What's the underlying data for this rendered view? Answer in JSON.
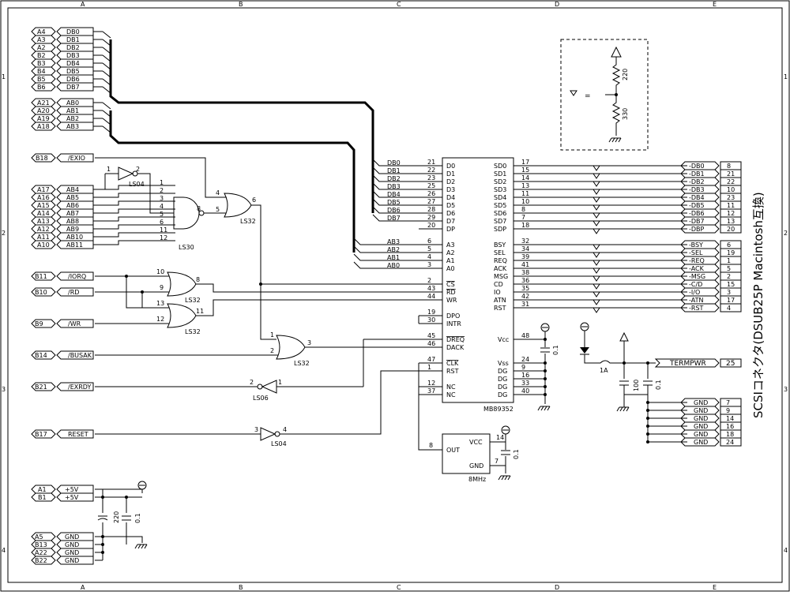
{
  "title": "SCSIコネクタ(DSUB25P Macintosh互換)",
  "border": {
    "cols": [
      "A",
      "B",
      "C",
      "D",
      "E"
    ],
    "rows": [
      "1",
      "2",
      "3",
      "4"
    ]
  },
  "data_bus": [
    {
      "conn": "A4",
      "sig": "DB0"
    },
    {
      "conn": "A3",
      "sig": "DB1"
    },
    {
      "conn": "A2",
      "sig": "DB2"
    },
    {
      "conn": "B2",
      "sig": "DB3"
    },
    {
      "conn": "B3",
      "sig": "DB4"
    },
    {
      "conn": "B4",
      "sig": "DB5"
    },
    {
      "conn": "B5",
      "sig": "DB6"
    },
    {
      "conn": "B6",
      "sig": "DB7"
    }
  ],
  "addr_low": [
    {
      "conn": "A21",
      "sig": "AB0"
    },
    {
      "conn": "A20",
      "sig": "AB1"
    },
    {
      "conn": "A19",
      "sig": "AB2"
    },
    {
      "conn": "A18",
      "sig": "AB3"
    }
  ],
  "exio": {
    "conn": "B18",
    "sig": "/EXIO"
  },
  "addr_high": [
    {
      "conn": "A17",
      "sig": "AB4",
      "pin": "1"
    },
    {
      "conn": "A16",
      "sig": "AB5",
      "pin": "2"
    },
    {
      "conn": "A15",
      "sig": "AB6",
      "pin": "3"
    },
    {
      "conn": "A14",
      "sig": "AB7",
      "pin": "4"
    },
    {
      "conn": "A13",
      "sig": "AB8",
      "pin": "5"
    },
    {
      "conn": "A12",
      "sig": "AB9",
      "pin": "6"
    },
    {
      "conn": "A11",
      "sig": "AB10",
      "pin": "11"
    },
    {
      "conn": "A10",
      "sig": "AB11",
      "pin": "12"
    }
  ],
  "ctrl": [
    {
      "conn": "B11",
      "sig": "/IORQ"
    },
    {
      "conn": "B10",
      "sig": "/RD"
    },
    {
      "conn": "B9",
      "sig": "/WR"
    },
    {
      "conn": "B14",
      "sig": "/BUSAK"
    },
    {
      "conn": "B21",
      "sig": "/EXRDY"
    },
    {
      "conn": "B17",
      "sig": "RESET"
    }
  ],
  "power_in": [
    {
      "conn": "A1",
      "sig": "+5V"
    },
    {
      "conn": "B1",
      "sig": "+5V"
    }
  ],
  "gnd_in": [
    {
      "conn": "A5",
      "sig": "GND"
    },
    {
      "conn": "B13",
      "sig": "GND"
    },
    {
      "conn": "A22",
      "sig": "GND"
    },
    {
      "conn": "B22",
      "sig": "GND"
    }
  ],
  "gates": {
    "ls04a": "LS04",
    "ls30": "LS30",
    "ls32a": "LS32",
    "ls32b": "LS32",
    "ls32c": "LS32",
    "ls32d": "LS32",
    "ls06": "LS06",
    "ls04b": "LS04"
  },
  "gate_pins": {
    "ls04a_in": "1",
    "ls04a_out": "2",
    "ls30_out": "8",
    "ls32a_in1": "4",
    "ls32a_in2": "5",
    "ls32a_out": "6",
    "ls32b_in1": "10",
    "ls32b_in2": "9",
    "ls32b_out": "8",
    "ls32c_in1": "13",
    "ls32c_in2": "12",
    "ls32c_out": "11",
    "ls32d_in1": "1",
    "ls32d_in2": "2",
    "ls32d_out": "3",
    "ls06_in": "1",
    "ls06_out": "2",
    "ls04b_in": "3",
    "ls04b_out": "4"
  },
  "chip": {
    "name": "MB89352",
    "left": [
      {
        "pin": "21",
        "name": "D0",
        "net": "DB0"
      },
      {
        "pin": "22",
        "name": "D1",
        "net": "DB1"
      },
      {
        "pin": "23",
        "name": "D2",
        "net": "DB2"
      },
      {
        "pin": "25",
        "name": "D3",
        "net": "DB3"
      },
      {
        "pin": "26",
        "name": "D4",
        "net": "DB4"
      },
      {
        "pin": "27",
        "name": "D5",
        "net": "DB5"
      },
      {
        "pin": "28",
        "name": "D6",
        "net": "DB6"
      },
      {
        "pin": "29",
        "name": "D7",
        "net": "DB7"
      },
      {
        "pin": "20",
        "name": "DP",
        "net": ""
      },
      {
        "pin": "6",
        "name": "A3",
        "net": "AB3"
      },
      {
        "pin": "5",
        "name": "A2",
        "net": "AB2"
      },
      {
        "pin": "4",
        "name": "A1",
        "net": "AB1"
      },
      {
        "pin": "3",
        "name": "A0",
        "net": "AB0"
      },
      {
        "pin": "2",
        "name": "CS",
        "net": ""
      },
      {
        "pin": "43",
        "name": "RD",
        "net": ""
      },
      {
        "pin": "44",
        "name": "WR",
        "net": ""
      },
      {
        "pin": "19",
        "name": "DPO",
        "net": ""
      },
      {
        "pin": "30",
        "name": "INTR",
        "net": ""
      },
      {
        "pin": "45",
        "name": "DREQ",
        "net": ""
      },
      {
        "pin": "46",
        "name": "DACK",
        "net": ""
      },
      {
        "pin": "47",
        "name": "CLK",
        "net": ""
      },
      {
        "pin": "1",
        "name": "RST",
        "net": ""
      },
      {
        "pin": "12",
        "name": "NC",
        "net": ""
      },
      {
        "pin": "37",
        "name": "NC",
        "net": ""
      }
    ],
    "right": [
      {
        "pin": "17",
        "name": "SD0"
      },
      {
        "pin": "15",
        "name": "SD1"
      },
      {
        "pin": "14",
        "name": "SD2"
      },
      {
        "pin": "13",
        "name": "SD3"
      },
      {
        "pin": "11",
        "name": "SD4"
      },
      {
        "pin": "10",
        "name": "SD5"
      },
      {
        "pin": "8",
        "name": "SD6"
      },
      {
        "pin": "7",
        "name": "SD7"
      },
      {
        "pin": "18",
        "name": "SDP"
      },
      {
        "pin": "32",
        "name": "BSY"
      },
      {
        "pin": "34",
        "name": "SEL"
      },
      {
        "pin": "39",
        "name": "REQ"
      },
      {
        "pin": "41",
        "name": "ACK"
      },
      {
        "pin": "38",
        "name": "MSG"
      },
      {
        "pin": "36",
        "name": "CD"
      },
      {
        "pin": "35",
        "name": "IO"
      },
      {
        "pin": "42",
        "name": "ATN"
      },
      {
        "pin": "31",
        "name": "RST"
      }
    ],
    "power": [
      {
        "pin": "48",
        "name": "Vcc"
      },
      {
        "pin": "24",
        "name": "Vss"
      },
      {
        "pin": "9",
        "name": "DG"
      },
      {
        "pin": "16",
        "name": "DG"
      },
      {
        "pin": "33",
        "name": "DG"
      },
      {
        "pin": "40",
        "name": "DG"
      }
    ],
    "cap": "0.1"
  },
  "scsi": [
    {
      "sig": "-DB0",
      "pin": "8"
    },
    {
      "sig": "-DB1",
      "pin": "21"
    },
    {
      "sig": "-DB2",
      "pin": "22"
    },
    {
      "sig": "-DB3",
      "pin": "10"
    },
    {
      "sig": "-DB4",
      "pin": "23"
    },
    {
      "sig": "-DB5",
      "pin": "11"
    },
    {
      "sig": "-DB6",
      "pin": "12"
    },
    {
      "sig": "-DB7",
      "pin": "13"
    },
    {
      "sig": "-DBP",
      "pin": "20"
    },
    {
      "sig": "-BSY",
      "pin": "6"
    },
    {
      "sig": "-SEL",
      "pin": "19"
    },
    {
      "sig": "-REQ",
      "pin": "1"
    },
    {
      "sig": "-ACK",
      "pin": "5"
    },
    {
      "sig": "-MSG",
      "pin": "2"
    },
    {
      "sig": "-C/D",
      "pin": "15"
    },
    {
      "sig": "-I/O",
      "pin": "3"
    },
    {
      "sig": "-ATN",
      "pin": "17"
    },
    {
      "sig": "-RST",
      "pin": "4"
    }
  ],
  "termpwr": {
    "sig": "TERMPWR",
    "pin": "25",
    "fuse": "1A",
    "cap1": "100",
    "cap2": "0.1"
  },
  "scsi_gnd": [
    {
      "sig": "GND",
      "pin": "7"
    },
    {
      "sig": "GND",
      "pin": "9"
    },
    {
      "sig": "GND",
      "pin": "14"
    },
    {
      "sig": "GND",
      "pin": "16"
    },
    {
      "sig": "GND",
      "pin": "18"
    },
    {
      "sig": "GND",
      "pin": "24"
    }
  ],
  "terminator_legend": {
    "r_top": "220",
    "r_bot": "330",
    "eq": "="
  },
  "osc": {
    "vcc": "VCC",
    "out": "OUT",
    "gnd": "GND",
    "pin_vcc": "14",
    "pin_out": "8",
    "pin_gnd": "7",
    "freq": "8MHz",
    "cap": "0.1"
  },
  "power_caps": {
    "c1": "220",
    "c2": "0.1"
  }
}
